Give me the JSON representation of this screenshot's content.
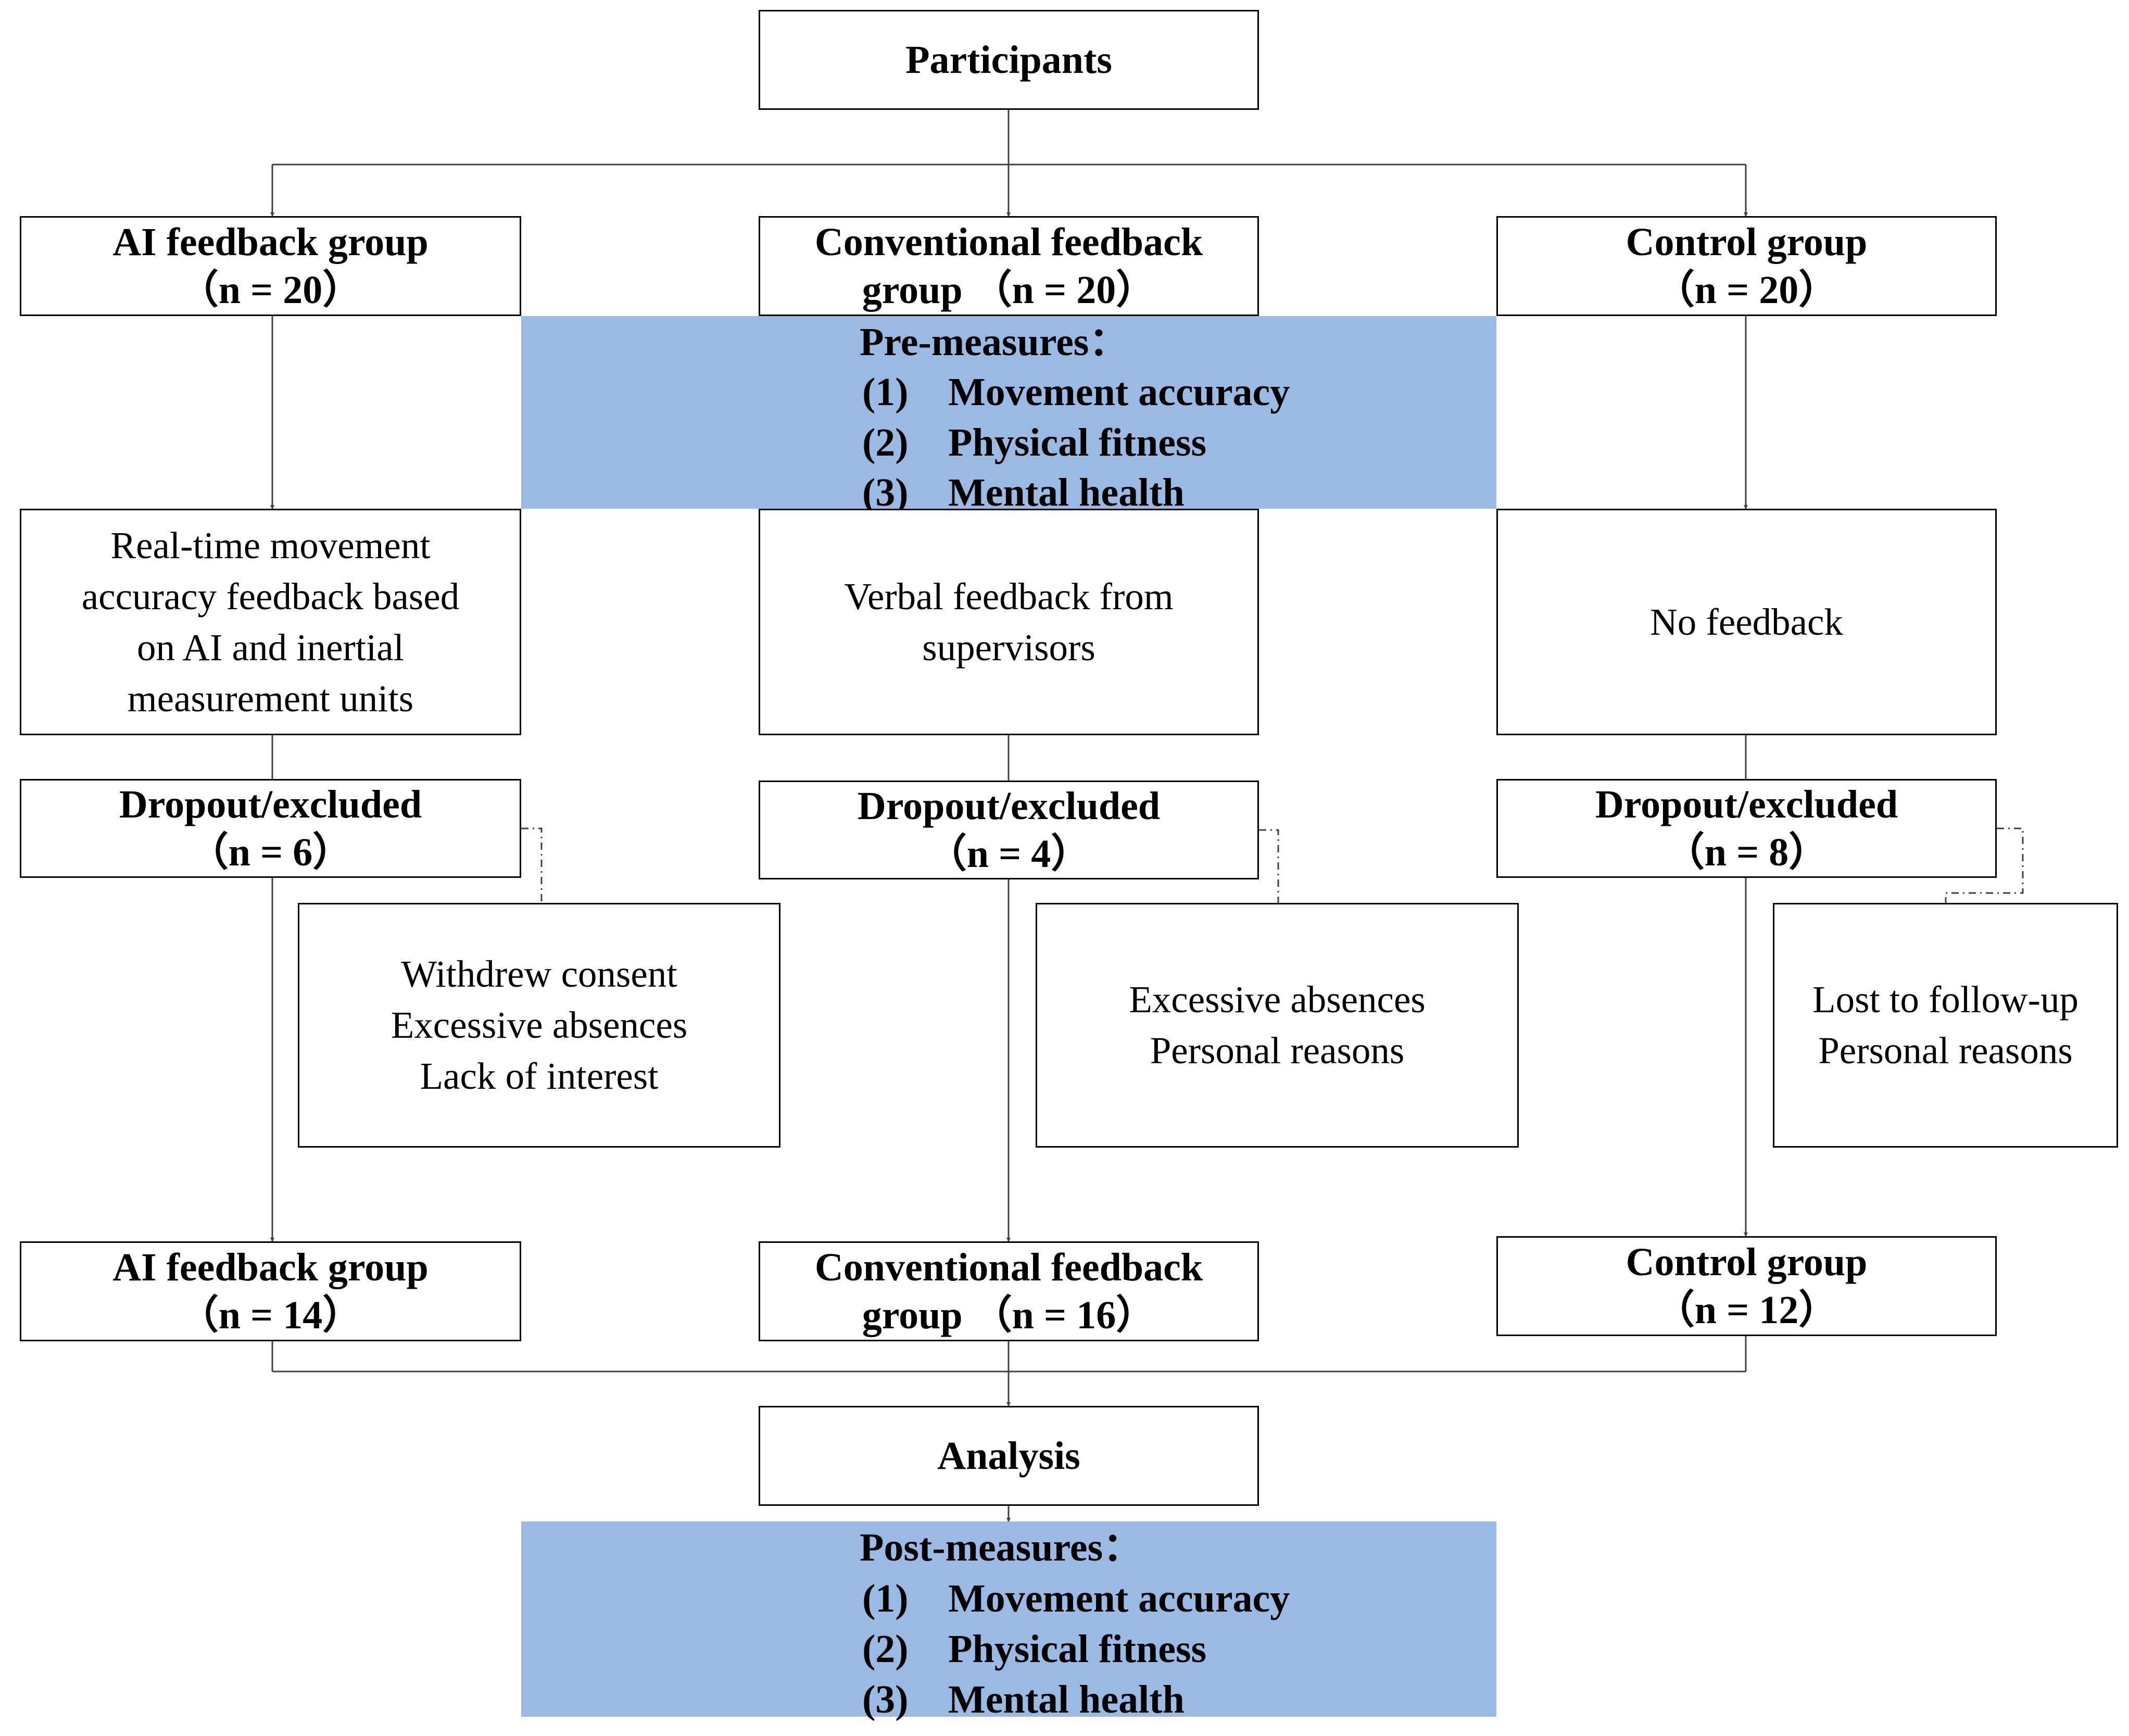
{
  "participants": "Participants",
  "groups_initial": [
    {
      "name": "AI feedback group",
      "n": "（n = 20）"
    },
    {
      "name": "Conventional feedback",
      "n": "group （n = 20）"
    },
    {
      "name": "Control group",
      "n": "（n = 20）"
    }
  ],
  "pre_measures": {
    "header": "Pre-measures：",
    "items": [
      {
        "num": "(1)",
        "label": "Movement accuracy"
      },
      {
        "num": "(2)",
        "label": "Physical fitness"
      },
      {
        "num": "(3)",
        "label": "Mental health"
      }
    ]
  },
  "interventions": [
    {
      "lines": [
        "Real-time movement",
        "accuracy feedback based",
        "on AI and inertial",
        "measurement units"
      ]
    },
    {
      "lines": [
        "Verbal feedback from",
        "supervisors"
      ]
    },
    {
      "lines": [
        "No feedback"
      ]
    }
  ],
  "dropouts": [
    {
      "label": "Dropout/excluded",
      "n": "（n = 6）",
      "reasons": [
        "Withdrew consent",
        "Excessive absences",
        "Lack of interest"
      ]
    },
    {
      "label": "Dropout/excluded",
      "n": "（n = 4）",
      "reasons": [
        "Excessive absences",
        "Personal reasons"
      ]
    },
    {
      "label": "Dropout/excluded",
      "n": "（n = 8）",
      "reasons": [
        "Lost to follow-up",
        "Personal reasons"
      ]
    }
  ],
  "groups_final": [
    {
      "name": "AI feedback group",
      "n": "（n = 14）"
    },
    {
      "name": "Conventional feedback",
      "n": "group （n = 16）"
    },
    {
      "name": "Control group",
      "n": "（n = 12）"
    }
  ],
  "analysis": "Analysis",
  "post_measures": {
    "header": "Post-measures：",
    "items": [
      {
        "num": "(1)",
        "label": "Movement accuracy"
      },
      {
        "num": "(2)",
        "label": "Physical fitness"
      },
      {
        "num": "(3)",
        "label": "Mental health"
      }
    ]
  },
  "colors": {
    "measures_fill": "#9ab9e3",
    "box_border": "#000000",
    "connector": "#404040"
  }
}
